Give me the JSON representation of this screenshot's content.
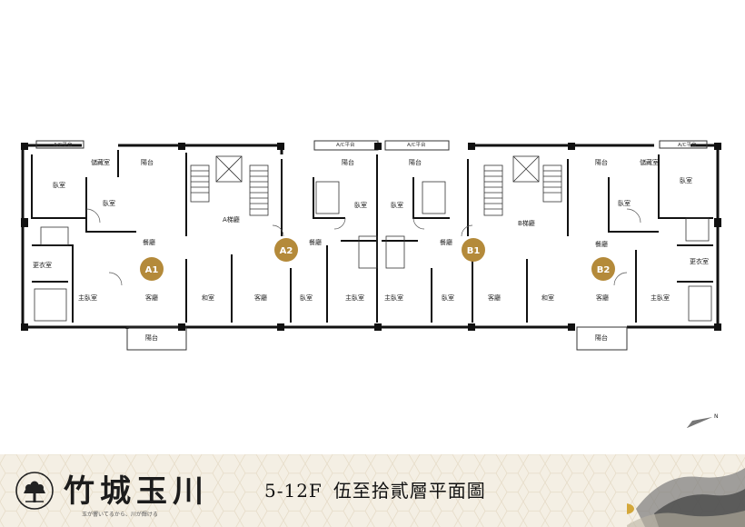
{
  "floorplan": {
    "units": [
      {
        "code": "A1",
        "color": "#b48a3a"
      },
      {
        "code": "A2",
        "color": "#b48a3a"
      },
      {
        "code": "B1",
        "color": "#b48a3a"
      },
      {
        "code": "B2",
        "color": "#b48a3a"
      }
    ],
    "labels": {
      "bedroom": "臥室",
      "master_bedroom": "主臥室",
      "living_room": "客廳",
      "dining_room": "餐廳",
      "balcony": "陽台",
      "storage": "儲藏室",
      "dressing_room": "更衣室",
      "tatami_room": "和室",
      "ac_platform": "A/C平台",
      "a_lobby": "A梯廳",
      "b_lobby": "B梯廳"
    },
    "compass": "N"
  },
  "footer": {
    "brand_name": "竹城玉川",
    "tagline": "玉が響いてるから、川が輝ける",
    "floor_range": "5-12F",
    "plan_title": "伍至拾貳層平面圖"
  },
  "colors": {
    "gold": "#b48a3a",
    "wall": "#111111",
    "footer_bg": "#f4efe4"
  }
}
